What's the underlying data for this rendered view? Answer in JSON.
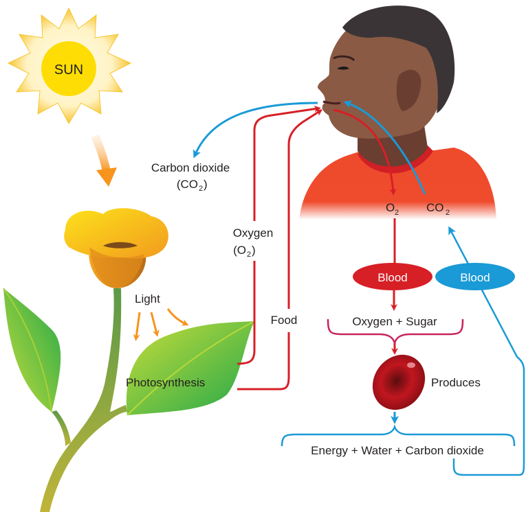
{
  "sun": {
    "label": "SUN"
  },
  "labels": {
    "carbon_dioxide": "Carbon dioxide",
    "co2_formula_open": "(CO",
    "co2_formula_sub": "2",
    "co2_formula_close": ")",
    "oxygen": "Oxygen",
    "o2_formula_open": "(O",
    "o2_formula_sub": "2",
    "o2_formula_close": ")",
    "food": "Food",
    "light": "Light",
    "photosynthesis": "Photosynthesis",
    "o2_main": "O",
    "o2_sub": "2",
    "co2_main": "CO",
    "co2_sub": "2",
    "blood_red": "Blood",
    "blood_blue": "Blood",
    "oxygen_sugar": "Oxygen + Sugar",
    "produces": "Produces",
    "energy_water_co2": "Energy + Water + Carbon dioxide"
  },
  "colors": {
    "red_arrow": "#d71f26",
    "blue_arrow": "#1a9ad6",
    "orange_arrow": "#f7941d",
    "magenta_brace": "#c8245c",
    "shirt": "#ee4a2c",
    "skin": "#8a5a44",
    "hair": "#3a3437"
  }
}
